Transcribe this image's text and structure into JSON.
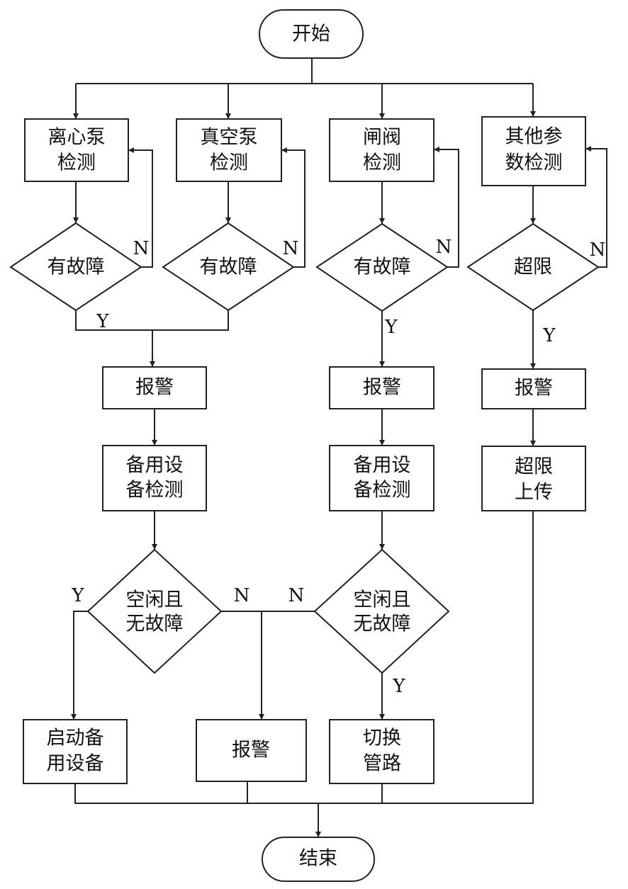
{
  "diagram": {
    "start": "开始",
    "end": "结束",
    "centrifugal_check": [
      "离心泵",
      "检测"
    ],
    "vacuum_check": [
      "真空泵",
      "检测"
    ],
    "valve_check": [
      "闸阀",
      "检测"
    ],
    "other_check": [
      "其他参",
      "数检测"
    ],
    "fault_label": "有故障",
    "overlimit_label": "超限",
    "alarm_label": "报警",
    "standby_check": [
      "备用设",
      "备检测"
    ],
    "idle_ok": [
      "空闲且",
      "无故障"
    ],
    "start_standby": [
      "启动备",
      "用设备"
    ],
    "switch_pipe": [
      "切换",
      "管路"
    ],
    "upload_overlimit": [
      "超限",
      "上传"
    ],
    "yes": "Y",
    "no": "N"
  }
}
